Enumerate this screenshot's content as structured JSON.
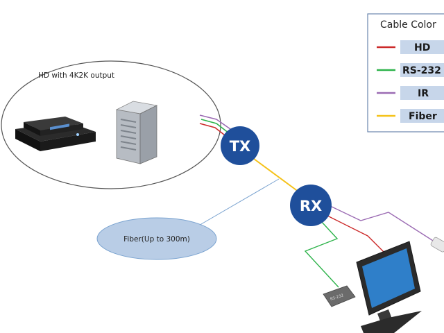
{
  "source_box": {
    "label": "HD  with 4K2K output"
  },
  "nodes": {
    "tx": "TX",
    "rx": "RX"
  },
  "callout": {
    "label": "Fiber(Up to 300m)"
  },
  "device_tag": "RS-232",
  "legend": {
    "title": "Cable Color",
    "items": [
      {
        "label": "HD",
        "color": "#cc2a2a"
      },
      {
        "label": "RS-232",
        "color": "#2db34a"
      },
      {
        "label": "IR",
        "color": "#9b6bb3"
      },
      {
        "label": "Fiber",
        "color": "#f5c21a"
      }
    ]
  },
  "colors": {
    "node_fill": "#1f4f9b",
    "callout_fill": "#b9cde6",
    "callout_line": "#7aa3d0",
    "legend_pill": "#c7d6ea"
  }
}
